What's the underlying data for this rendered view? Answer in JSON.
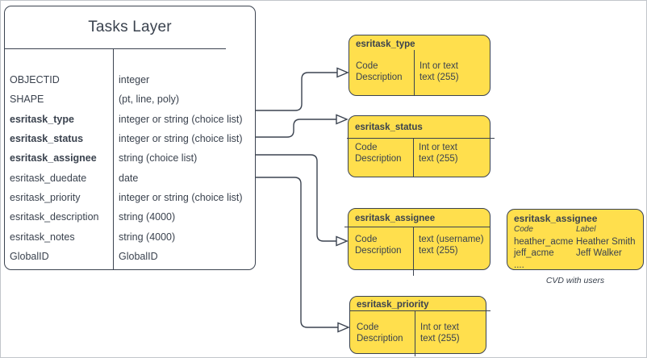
{
  "colors": {
    "line": "#3b4350",
    "text": "#3a424e",
    "domain_fill": "#ffdf4d",
    "canvas_border": "#c2c6cb"
  },
  "tasks_layer": {
    "title": "Tasks Layer",
    "fields": [
      {
        "name": "OBJECTID",
        "type": "integer"
      },
      {
        "name": "SHAPE",
        "type": "(pt, line, poly)"
      },
      {
        "name": "esritask_type",
        "type": "integer or string (choice list)"
      },
      {
        "name": "esritask_status",
        "type": "integer or string (choice list)"
      },
      {
        "name": "esritask_assignee",
        "type": "string (choice list)"
      },
      {
        "name": "esritask_duedate",
        "type": "date"
      },
      {
        "name": "esritask_priority",
        "type": "integer or string (choice list)"
      },
      {
        "name": "esritask_description",
        "type": "string (4000)"
      },
      {
        "name": "esritask_notes",
        "type": "string (4000)"
      },
      {
        "name": "GlobalID",
        "type": "GlobalID"
      }
    ]
  },
  "domains": [
    {
      "title": "esritask_type",
      "col1": [
        "Code",
        "Description"
      ],
      "col2": [
        "Int or text",
        "text (255)"
      ]
    },
    {
      "title": "esritask_status",
      "col1": [
        "Code",
        "Description"
      ],
      "col2": [
        "Int or text",
        "text (255)"
      ]
    },
    {
      "title": "esritask_assignee",
      "col1": [
        "Code",
        "Description"
      ],
      "col2": [
        "text (username)",
        "text (255)"
      ]
    },
    {
      "title": "esritask_priority",
      "col1": [
        "Code",
        "Description"
      ],
      "col2": [
        "Int or text",
        "text (255)"
      ]
    }
  ],
  "cvd": {
    "title": "esritask_assignee",
    "headers": [
      "Code",
      "Label"
    ],
    "rows": [
      [
        "heather_acme",
        "Heather Smith"
      ],
      [
        "jeff_acme",
        "Jeff Walker"
      ]
    ],
    "more": "....",
    "caption": "CVD with users"
  }
}
